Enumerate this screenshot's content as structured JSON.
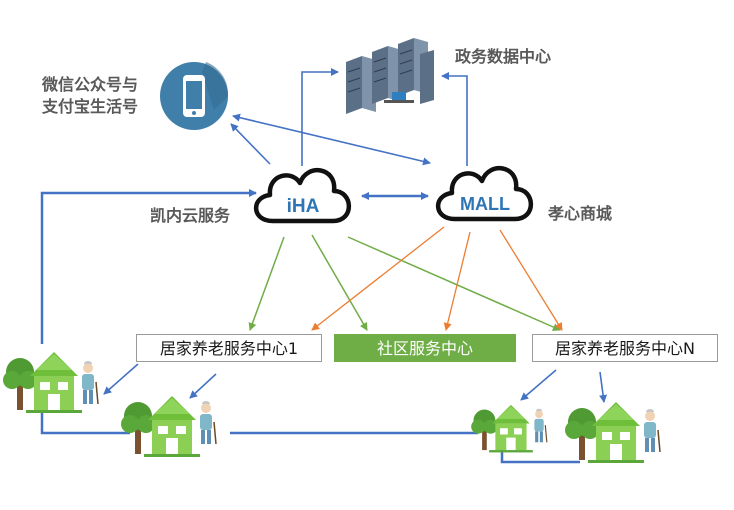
{
  "labels": {
    "wechat_line1": "微信公众号与",
    "wechat_line2": "支付宝生活号",
    "gov_data": "政务数据中心",
    "kainei_cloud": "凯内云服务",
    "xiaoxin_mall": "孝心商城"
  },
  "clouds": {
    "iha": "iHA",
    "mall": "MALL"
  },
  "centers": {
    "home_center_1": "居家养老服务中心1",
    "community_center": "社区服务中心",
    "home_center_n": "居家养老服务中心N"
  },
  "icons": {
    "phone": "smartphone-icon",
    "servers": "server-rack-icon",
    "house": "house-icon",
    "elder": "elderly-person-icon",
    "tree": "tree-icon"
  },
  "colors": {
    "blue_line": "#4472c4",
    "green_line": "#70ad47",
    "orange_line": "#ed7d31",
    "community_fill": "#6fae46",
    "cloud_text": "#2e75b6",
    "label_text": "#595959"
  }
}
